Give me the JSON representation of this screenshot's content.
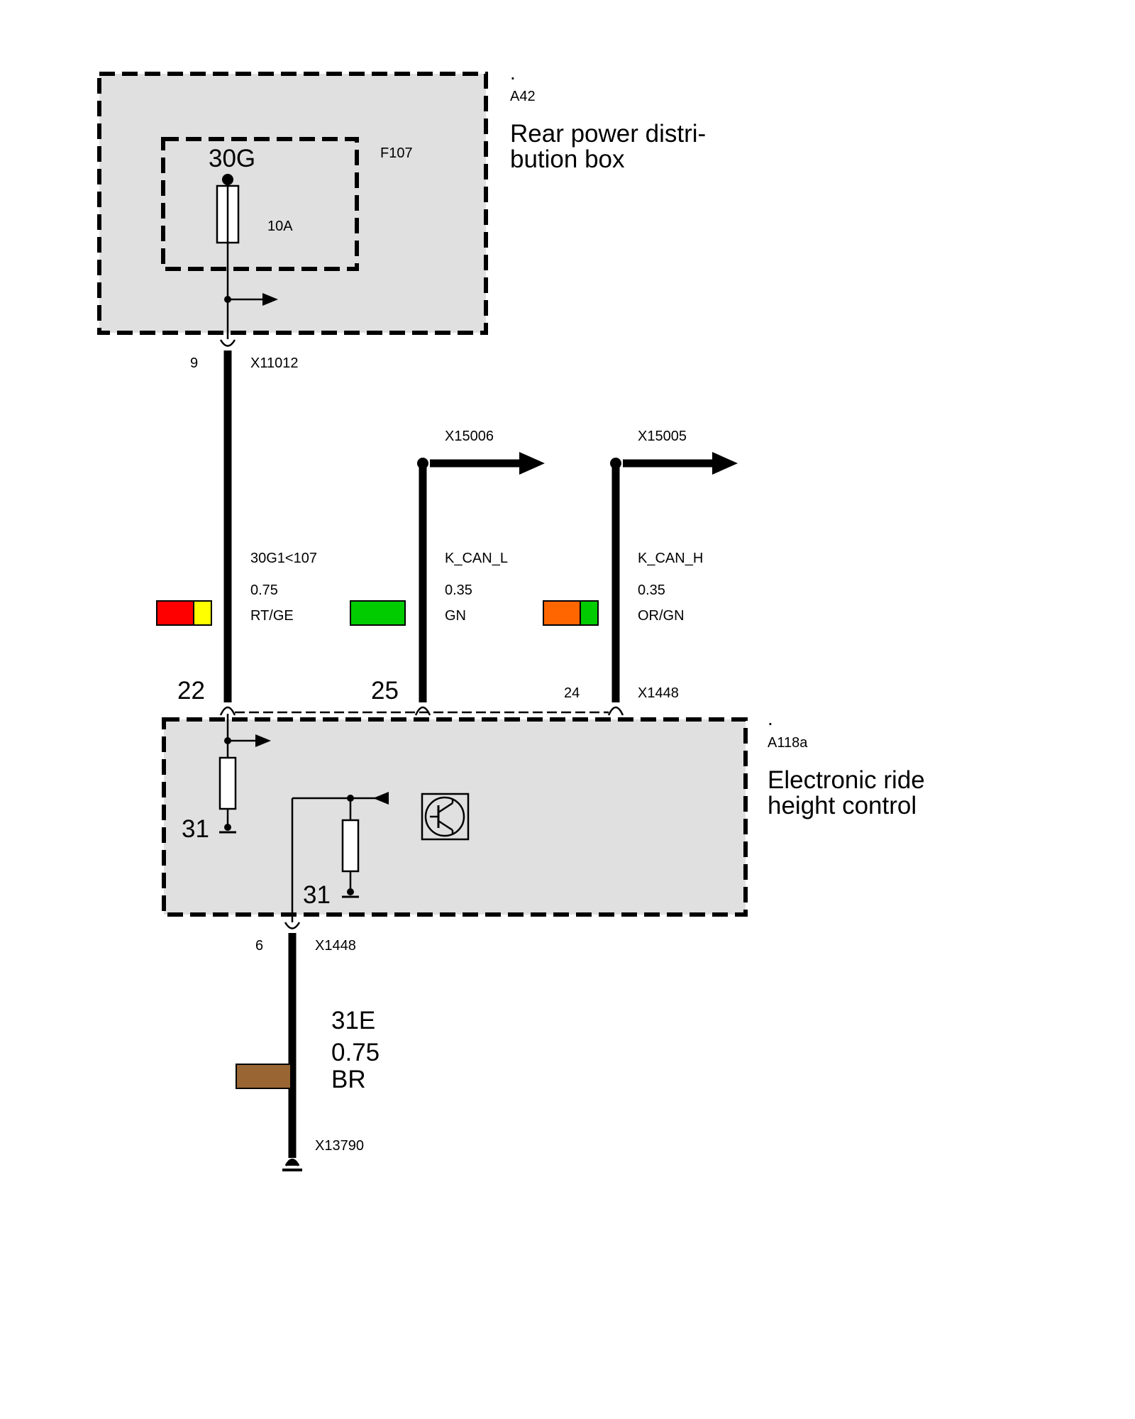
{
  "modules": {
    "a42": {
      "dot": ".",
      "code": "A42",
      "title_line1": "Rear power distri-",
      "title_line2": "bution box"
    },
    "a118a": {
      "dot": ".",
      "code": "A118a",
      "title_line1": "Electronic ride",
      "title_line2": "height control"
    }
  },
  "fuse": {
    "code": "F107",
    "terminal": "30G",
    "rating": "10A"
  },
  "connectors": {
    "x11012": {
      "name": "X11012",
      "pin": "9"
    },
    "x15006": {
      "name": "X15006"
    },
    "x15005": {
      "name": "X15005"
    },
    "x1448_top": {
      "name": "X1448",
      "pins": [
        "22",
        "25",
        "24"
      ]
    },
    "x1448_bottom": {
      "name": "X1448",
      "pin": "6"
    },
    "x13790": {
      "name": "X13790"
    }
  },
  "wires": [
    {
      "signal": "30G1<107",
      "gauge": "0.75",
      "color_code": "RT/GE",
      "colors": [
        "#ff0000",
        "#ffff00"
      ]
    },
    {
      "signal": "K_CAN_L",
      "gauge": "0.35",
      "color_code": "GN",
      "colors": [
        "#00cc00"
      ]
    },
    {
      "signal": "K_CAN_H",
      "gauge": "0.35",
      "color_code": "OR/GN",
      "colors": [
        "#ff6600",
        "#00cc00"
      ]
    },
    {
      "signal": "31E",
      "gauge": "0.75",
      "color_code": "BR",
      "colors": [
        "#996633"
      ]
    }
  ],
  "grounds": {
    "left": "31",
    "right": "31"
  },
  "icons": [
    "arrow-right-icon",
    "arrow-left-icon",
    "ground-icon",
    "transistor-icon",
    "fuse-icon",
    "resistor-icon"
  ]
}
